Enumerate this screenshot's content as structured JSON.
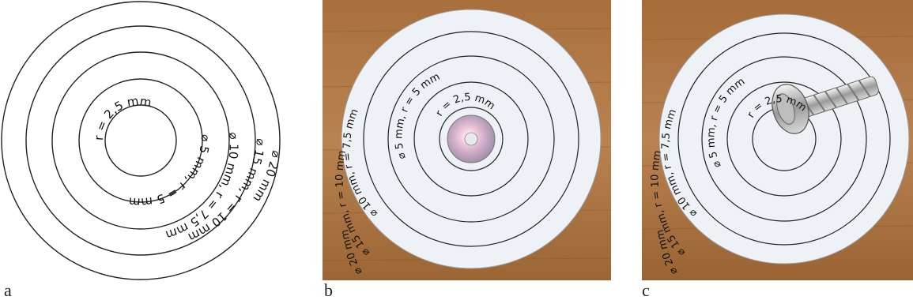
{
  "panels": [
    {
      "letter": "a",
      "rings": [
        {
          "label": "r = 2,5 mm"
        },
        {
          "label": "⌀ 5 mm, r = 5 mm"
        },
        {
          "label": "⌀ 10 mm, r = 7,5 mm"
        },
        {
          "label": "⌀ 15 mm, r = 10 mm"
        },
        {
          "label": "⌀ 20 mm"
        }
      ]
    },
    {
      "letter": "b",
      "rings": [
        {
          "label": "r = 2,5 mm"
        },
        {
          "label": "⌀ 5 mm, r = 5 mm"
        },
        {
          "label": "⌀ 10 mm, r = 7,5 mm"
        },
        {
          "label": "⌀ 15 mm, r = 10 mm"
        },
        {
          "label": "⌀ 20 mm"
        }
      ]
    },
    {
      "letter": "c",
      "rings": [
        {
          "label": "r = 2,5 mm"
        },
        {
          "label": "⌀ 5 mm, r = 5 mm"
        },
        {
          "label": "⌀ 10 mm, r = 7,5 mm"
        },
        {
          "label": "⌀ 15 mm, r = 10 mm"
        },
        {
          "label": "⌀ 20 mm"
        }
      ]
    }
  ],
  "colors": {
    "wood": "#b27a45",
    "wood_dark": "#8a5a30",
    "paper": "#eef1f6",
    "ring_stroke": "#222222"
  }
}
